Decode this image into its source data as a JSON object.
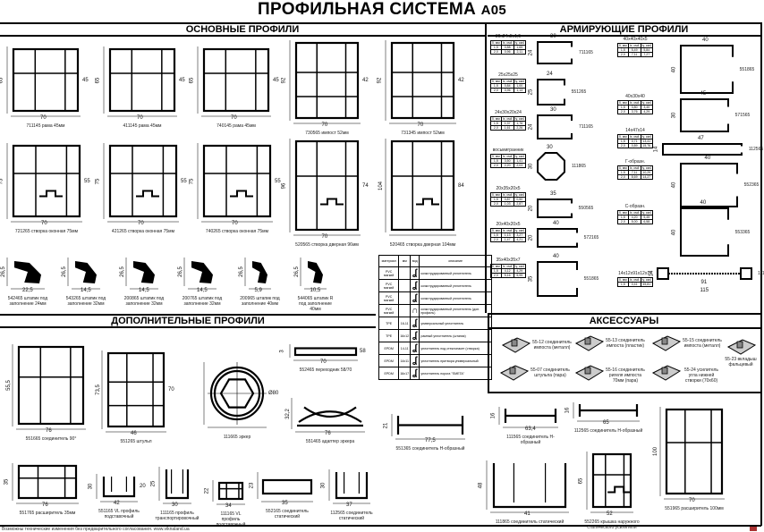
{
  "title": "ПРОФИЛЬНАЯ СИСТЕМА",
  "system": "A05",
  "sections": {
    "main": "ОСНОВНЫЕ ПРОФИЛИ",
    "reinforcing": "АРМИРУЮЩИЕ ПРОФИЛИ",
    "additional": "ДОПОЛНИТЕЛЬНЫЕ ПРОФИЛИ",
    "accessories": "АКСЕССУАРЫ"
  },
  "profiles": [
    {
      "label": "711145 рама 45мм",
      "w": "70",
      "h": "65",
      "h2": "45"
    },
    {
      "label": "411145 рама 45мм",
      "w": "70",
      "h": "65",
      "h2": "45"
    },
    {
      "label": "740145 рама 45мм",
      "w": "70",
      "h": "65",
      "h2": "45"
    },
    {
      "label": "730565 импост 52мм",
      "w": "70",
      "h": "92",
      "h2": "42"
    },
    {
      "label": "731345 импост 52мм",
      "w": "70",
      "h": "92",
      "h2": "42"
    },
    {
      "label": "721265 створка оконная 75мм",
      "w": "70",
      "h": "75",
      "h2": "55"
    },
    {
      "label": "421265 створка оконная 75мм",
      "w": "70",
      "h": "75",
      "h2": "55"
    },
    {
      "label": "740265 створка оконная 75мм",
      "w": "70",
      "h": "75",
      "h2": "55"
    },
    {
      "label": "520565 створка дверная 96мм",
      "w": "70",
      "h": "96",
      "h2": "74"
    },
    {
      "label": "520465 створка дверная 104мм",
      "w": "",
      "h": "104",
      "h2": "84"
    },
    {
      "label": "542465 штапик под заполнение 24мм",
      "w": "22,5",
      "h": "26,5",
      "h2": ""
    },
    {
      "label": "543265 штапик под заполнение 32мм",
      "w": "14,5",
      "h": "26,5",
      "h2": ""
    },
    {
      "label": "200865 штапик под заполнение 32мм",
      "w": "14,5",
      "h": "26,5",
      "h2": ""
    },
    {
      "label": "200765 штапик под заполнение 32мм",
      "w": "14,5",
      "h": "26,5",
      "h2": ""
    },
    {
      "label": "200965 штапик под заполнение 40мм",
      "w": "5,9",
      "h": "26,5",
      "h2": ""
    },
    {
      "label": "544065 штапик R под заполнение 40мм",
      "w": "10,5",
      "h": "26,5",
      "h2": ""
    },
    {
      "label": "551665 соединитель 90°",
      "w": "76",
      "h": "55,5",
      "h2": ""
    },
    {
      "label": "551265 штульп",
      "w": "46",
      "h": "73,5",
      "h2": "70"
    },
    {
      "label": "111665 эркер",
      "w": "",
      "h": "",
      "h2": "Ø80"
    },
    {
      "label": "552465 переходник 58/70",
      "w": "70",
      "h": "3",
      "h2": "58"
    },
    {
      "label": "551465 адаптер эркера",
      "w": "76",
      "h": "32,2",
      "h2": ""
    },
    {
      "label": "551365 соединитель H-образный",
      "w": "77,5",
      "h": "21",
      "h2": ""
    },
    {
      "label": "111565 соединитель H-образный",
      "w": "63,4",
      "h": "16",
      "h2": ""
    },
    {
      "label": "112565 соединитель H-образный",
      "w": "65",
      "h": "16",
      "h2": ""
    },
    {
      "label": "551765 расширитель 35мм",
      "w": "76",
      "h": "35",
      "h2": ""
    },
    {
      "label": "551165 VL профиль подставочный",
      "w": "42",
      "h": "30",
      "h2": "20"
    },
    {
      "label": "111165 профиль транспортировочный",
      "w": "30",
      "h": "25",
      "h2": ""
    },
    {
      "label": "111165 VL профиль подставочный",
      "w": "34",
      "h": "22",
      "h2": ""
    },
    {
      "label": "552165 соединитель статический",
      "w": "35",
      "h": "23",
      "h2": ""
    },
    {
      "label": "112565 соединитель статический",
      "w": "37",
      "h": "30",
      "h2": ""
    },
    {
      "label": "111865 соединитель статический",
      "w": "41",
      "h": "48",
      "h2": ""
    },
    {
      "label": "552265 крышка наружного статического усилителя",
      "w": "52",
      "h": "65",
      "h2": ""
    },
    {
      "label": "551965 расширитель 100мм",
      "w": "70",
      "h": "100",
      "h2": ""
    }
  ],
  "reinforcing": {
    "table_header": [
      "δ, мм",
      "Ix, см4",
      "Iy, см4"
    ],
    "items": [
      {
        "name": "30x24x5x1,5",
        "w": "30",
        "h": "24",
        "code": "711165",
        "rows": [
          [
            "1,5",
            "0,88",
            "1,65"
          ],
          [
            "2,0",
            "0,96",
            "2,11"
          ]
        ]
      },
      {
        "name": "25x25x25",
        "w": "24",
        "h": "25",
        "code": "551265",
        "rows": [
          [
            "1,5",
            "0,84",
            "1,00"
          ],
          [
            "2,0",
            "0,96",
            "1,14"
          ]
        ]
      },
      {
        "name": "24x30x20x24",
        "w": "30",
        "h": "24",
        "code": "711165",
        "rows": [
          [
            "1,5",
            "1,37",
            "1,76"
          ],
          [
            "2,0",
            "1,61",
            "2,26"
          ]
        ]
      },
      {
        "name": "восьмигранник",
        "w": "30",
        "h": "30",
        "code": "111865",
        "rows": [
          [
            "1,5",
            "3,50",
            "1,41"
          ],
          [
            "2,0",
            "2,20",
            "2,03"
          ]
        ]
      },
      {
        "name": "20x35x20x5",
        "w": "35",
        "h": "20",
        "code": "550565",
        "rows": [
          [
            "1,5",
            "0,87",
            "0,50"
          ],
          [
            "2,0",
            "1,03",
            "2,87"
          ]
        ]
      },
      {
        "name": "20x40x20x5",
        "w": "40",
        "h": "20",
        "code": "572165",
        "rows": [
          [
            "1,5",
            "1,13",
            "3,27"
          ],
          [
            "2,0",
            "1,47",
            "4,21"
          ]
        ]
      },
      {
        "name": "35x40x35x7",
        "w": "40",
        "h": "35",
        "code": "551865",
        "rows": [
          [
            "1,5",
            "4,12",
            "4,29"
          ],
          [
            "2,0",
            "5,16",
            "5,95"
          ]
        ]
      },
      {
        "name": "40x40x40x5",
        "w": "40",
        "h": "40",
        "code": "551865",
        "rows": [
          [
            "1,5",
            "5,49",
            "5,84"
          ],
          [
            "2,0",
            "7,11",
            "7,27"
          ]
        ]
      },
      {
        "name": "40x30x40",
        "w": "45",
        "h": "30",
        "code": "571565",
        "rows": [
          [
            "1,5",
            "3,80",
            "3,40"
          ],
          [
            "2,0",
            "3,76",
            "4,29"
          ]
        ]
      },
      {
        "name": "14x47x14",
        "w": "47",
        "h": "14",
        "code": "112565",
        "rows": [
          [
            "1,5",
            "0,71",
            "13,41"
          ],
          [
            "2,0",
            "0,89",
            "15,76"
          ]
        ]
      },
      {
        "name": "Г-образн.",
        "w": "40",
        "h": "40",
        "code": "552365",
        "rows": [
          [
            "1,5",
            "7,11",
            "10,29"
          ],
          [
            "2,0",
            "8,69",
            "14,27"
          ]
        ]
      },
      {
        "name": "С-образн.",
        "w": "40",
        "h": "40",
        "code": "553365",
        "rows": [
          [
            "1,5",
            "4,20",
            "5,45"
          ],
          [
            "2,0",
            "5,00",
            "6,58"
          ]
        ]
      },
      {
        "name": "14x12x91x12x14",
        "w": "115",
        "h": "14",
        "w2": "91",
        "code": "111965",
        "rows": [
          [
            "1,5",
            "0,41",
            "45,81"
          ]
        ]
      }
    ]
  },
  "seals": {
    "headers": [
      "материал",
      "мм",
      "вид",
      "описание"
    ],
    "rows": [
      [
        "PVC мягкий",
        "",
        "коэкструдированный уплотнитель"
      ],
      [
        "PVC мягкий",
        "",
        "коэкструдированный уплотнитель"
      ],
      [
        "PVC мягкий",
        "",
        "коэкструдированный уплотнитель"
      ],
      [
        "PVC мягкий",
        "",
        "коэкструдированный уплотнитель (доп. профиль)"
      ],
      [
        "TPE",
        "16-11",
        "универсальный уплотнитель"
      ],
      [
        "TPE",
        "16x12",
        "рамный уплотнитель (штапик)"
      ],
      [
        "EPDM",
        "14-11",
        "уплотнитель под стеклопакет (створка)"
      ],
      [
        "EPDM",
        "14x11",
        "уплотнитель притвора универсальный"
      ],
      [
        "EPDM",
        "16x17",
        "уплотнитель порога \"SMETA\""
      ]
    ]
  },
  "accessories": [
    {
      "label": "55-12 соединитель импоста (металл)"
    },
    {
      "label": "55-13 соединитель импоста (пластик)"
    },
    {
      "label": "55-15 соединитель импоста (металл)"
    },
    {
      "label": "55-23 вкладыш фальцевый"
    },
    {
      "label": "55-07 соединитель штульпа (пара)"
    },
    {
      "label": "55-16 соединитель ригеля импоста 70мм (пара)"
    },
    {
      "label": "55-24 усилитель угла нижней створки (70x60)"
    }
  ],
  "footer": "Возможны технические изменения без предварительного согласования.   www.viknaland.ua"
}
